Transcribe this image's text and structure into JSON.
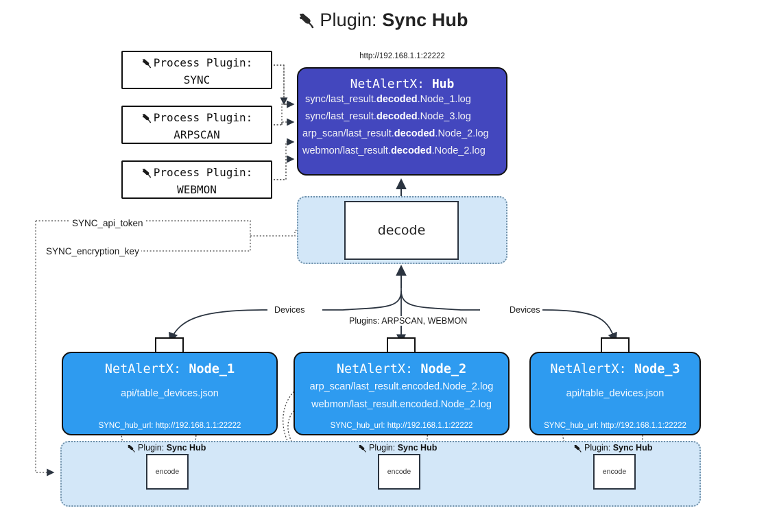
{
  "title": {
    "icon": "plug-icon",
    "lead": "Plugin: ",
    "bold": "Sync Hub"
  },
  "hub": {
    "url_caption": "http://192.168.1.1:22222",
    "name_prefix": "NetAlertX: ",
    "name": "Hub",
    "logs": [
      {
        "pre": "sync/last_result.",
        "bold": "decoded",
        "post": ".Node_1.log"
      },
      {
        "pre": "sync/last_result.",
        "bold": "decoded",
        "post": ".Node_3.log"
      },
      {
        "pre": "arp_scan/last_result.",
        "bold": "decoded",
        "post": ".Node_2.log"
      },
      {
        "pre": "webmon/last_result.",
        "bold": "decoded",
        "post": ".Node_2.log"
      }
    ]
  },
  "process_plugins": [
    {
      "icon": "plug-icon",
      "line1": "Process Plugin:",
      "line2": "SYNC"
    },
    {
      "icon": "plug-icon",
      "line1": "Process Plugin:",
      "line2": "ARPSCAN"
    },
    {
      "icon": "plug-icon",
      "line1": "Process Plugin:",
      "line2": "WEBMON"
    }
  ],
  "tokens": {
    "api_token": "SYNC_api_token",
    "encryption_key": "SYNC_encryption_key"
  },
  "decode": {
    "label": "decode"
  },
  "edges": {
    "devices_left": "Devices",
    "devices_right": "Devices",
    "plugins_center": "Plugins: ARPSCAN, WEBMON"
  },
  "nodes": [
    {
      "icon": "envelope-icon",
      "name_prefix": "NetAlertX: ",
      "name": "Node_1",
      "lines": [
        "api/table_devices.json"
      ],
      "url": "SYNC_hub_url: http://192.168.1.1:22222"
    },
    {
      "icon": "envelope-icon",
      "name_prefix": "NetAlertX: ",
      "name": "Node_2",
      "lines": [
        "arp_scan/last_result.encoded.Node_2.log",
        "webmon/last_result.encoded.Node_2.log"
      ],
      "url": "SYNC_hub_url: http://192.168.1.1:22222"
    },
    {
      "icon": "envelope-icon",
      "name_prefix": "NetAlertX: ",
      "name": "Node_3",
      "lines": [
        "api/table_devices.json"
      ],
      "url": "SYNC_hub_url: http://192.168.1.1:22222"
    }
  ],
  "plugin_captions": [
    {
      "icon": "plug-icon",
      "lead": "Plugin: ",
      "bold": "Sync Hub",
      "encode_label": "encode"
    },
    {
      "icon": "plug-icon",
      "lead": "Plugin: ",
      "bold": "Sync Hub",
      "encode_label": "encode"
    },
    {
      "icon": "plug-icon",
      "lead": "Plugin: ",
      "bold": "Sync Hub",
      "encode_label": "encode"
    }
  ],
  "colors": {
    "hub": "#4347be",
    "node": "#2e9bf0",
    "container": "#d3e7f8",
    "container_border": "#6e8fa8",
    "stroke": "#111111"
  }
}
